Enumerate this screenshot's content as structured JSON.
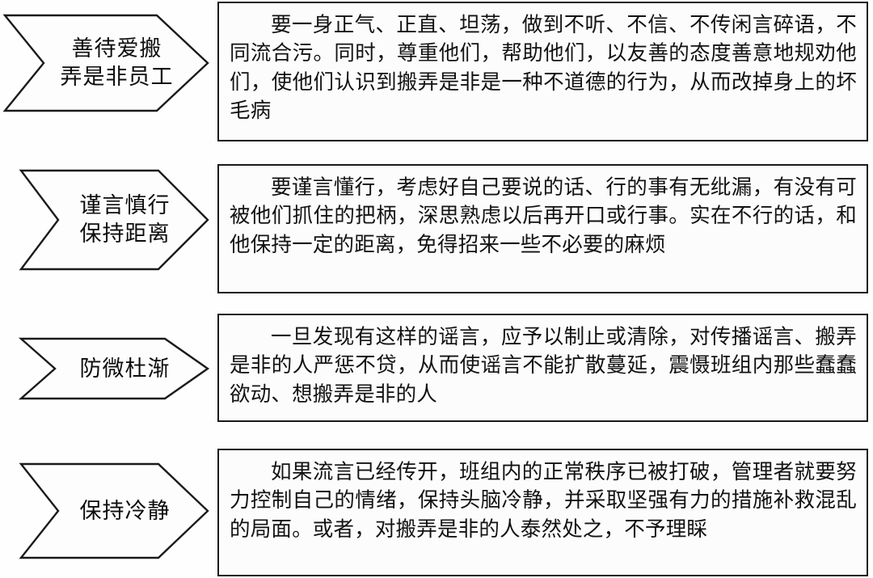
{
  "diagram": {
    "type": "process-list",
    "orientation": "vertical",
    "row_count": 4,
    "colors": {
      "stroke": "#1a1a1a",
      "text": "#121212",
      "background": "#ffffff",
      "shape_fill": "#fdfdfd"
    },
    "rows": [
      {
        "id": "row-1",
        "chevron": {
          "name": "chevron-shape-1",
          "lines": [
            "善待爱搬",
            "弄是非员工"
          ],
          "text": "善待爱搬弄是非员工"
        },
        "box": {
          "name": "description-box-1",
          "text": "要一身正气、正直、坦荡，做到不听、不信、不传闲言碎语，不同流合污。同时，尊重他们，帮助他们，以友善的态度善意地规劝他们，使他们认识到搬弄是非是一种不道德的行为，从而改掉身上的坏毛病"
        }
      },
      {
        "id": "row-2",
        "chevron": {
          "name": "chevron-shape-2",
          "lines": [
            "谨言慎行",
            "保持距离"
          ],
          "text": "谨言慎行保持距离"
        },
        "box": {
          "name": "description-box-2",
          "text": "要谨言懂行，考虑好自己要说的话、行的事有无纰漏，有没有可被他们抓住的把柄，深思熟虑以后再开口或行事。实在不行的话，和他保持一定的距离，免得招来一些不必要的麻烦"
        }
      },
      {
        "id": "row-3",
        "chevron": {
          "name": "chevron-shape-3",
          "lines": [
            "防微杜渐"
          ],
          "text": "防微杜渐"
        },
        "box": {
          "name": "description-box-3",
          "text": "一旦发现有这样的谣言，应予以制止或清除，对传播谣言、搬弄是非的人严惩不贷，从而使谣言不能扩散蔓延，震慑班组内那些蠢蠢欲动、想搬弄是非的人"
        }
      },
      {
        "id": "row-4",
        "chevron": {
          "name": "chevron-shape-4",
          "lines": [
            "保持冷静"
          ],
          "text": "保持冷静"
        },
        "box": {
          "name": "description-box-4",
          "text": "如果流言已经传开，班组内的正常秩序已被打破，管理者就要努力控制自己的情绪，保持头脑冷静，并采取坚强有力的措施补救混乱的局面。或者，对搬弄是非的人泰然处之，不予理睬"
        }
      }
    ]
  }
}
